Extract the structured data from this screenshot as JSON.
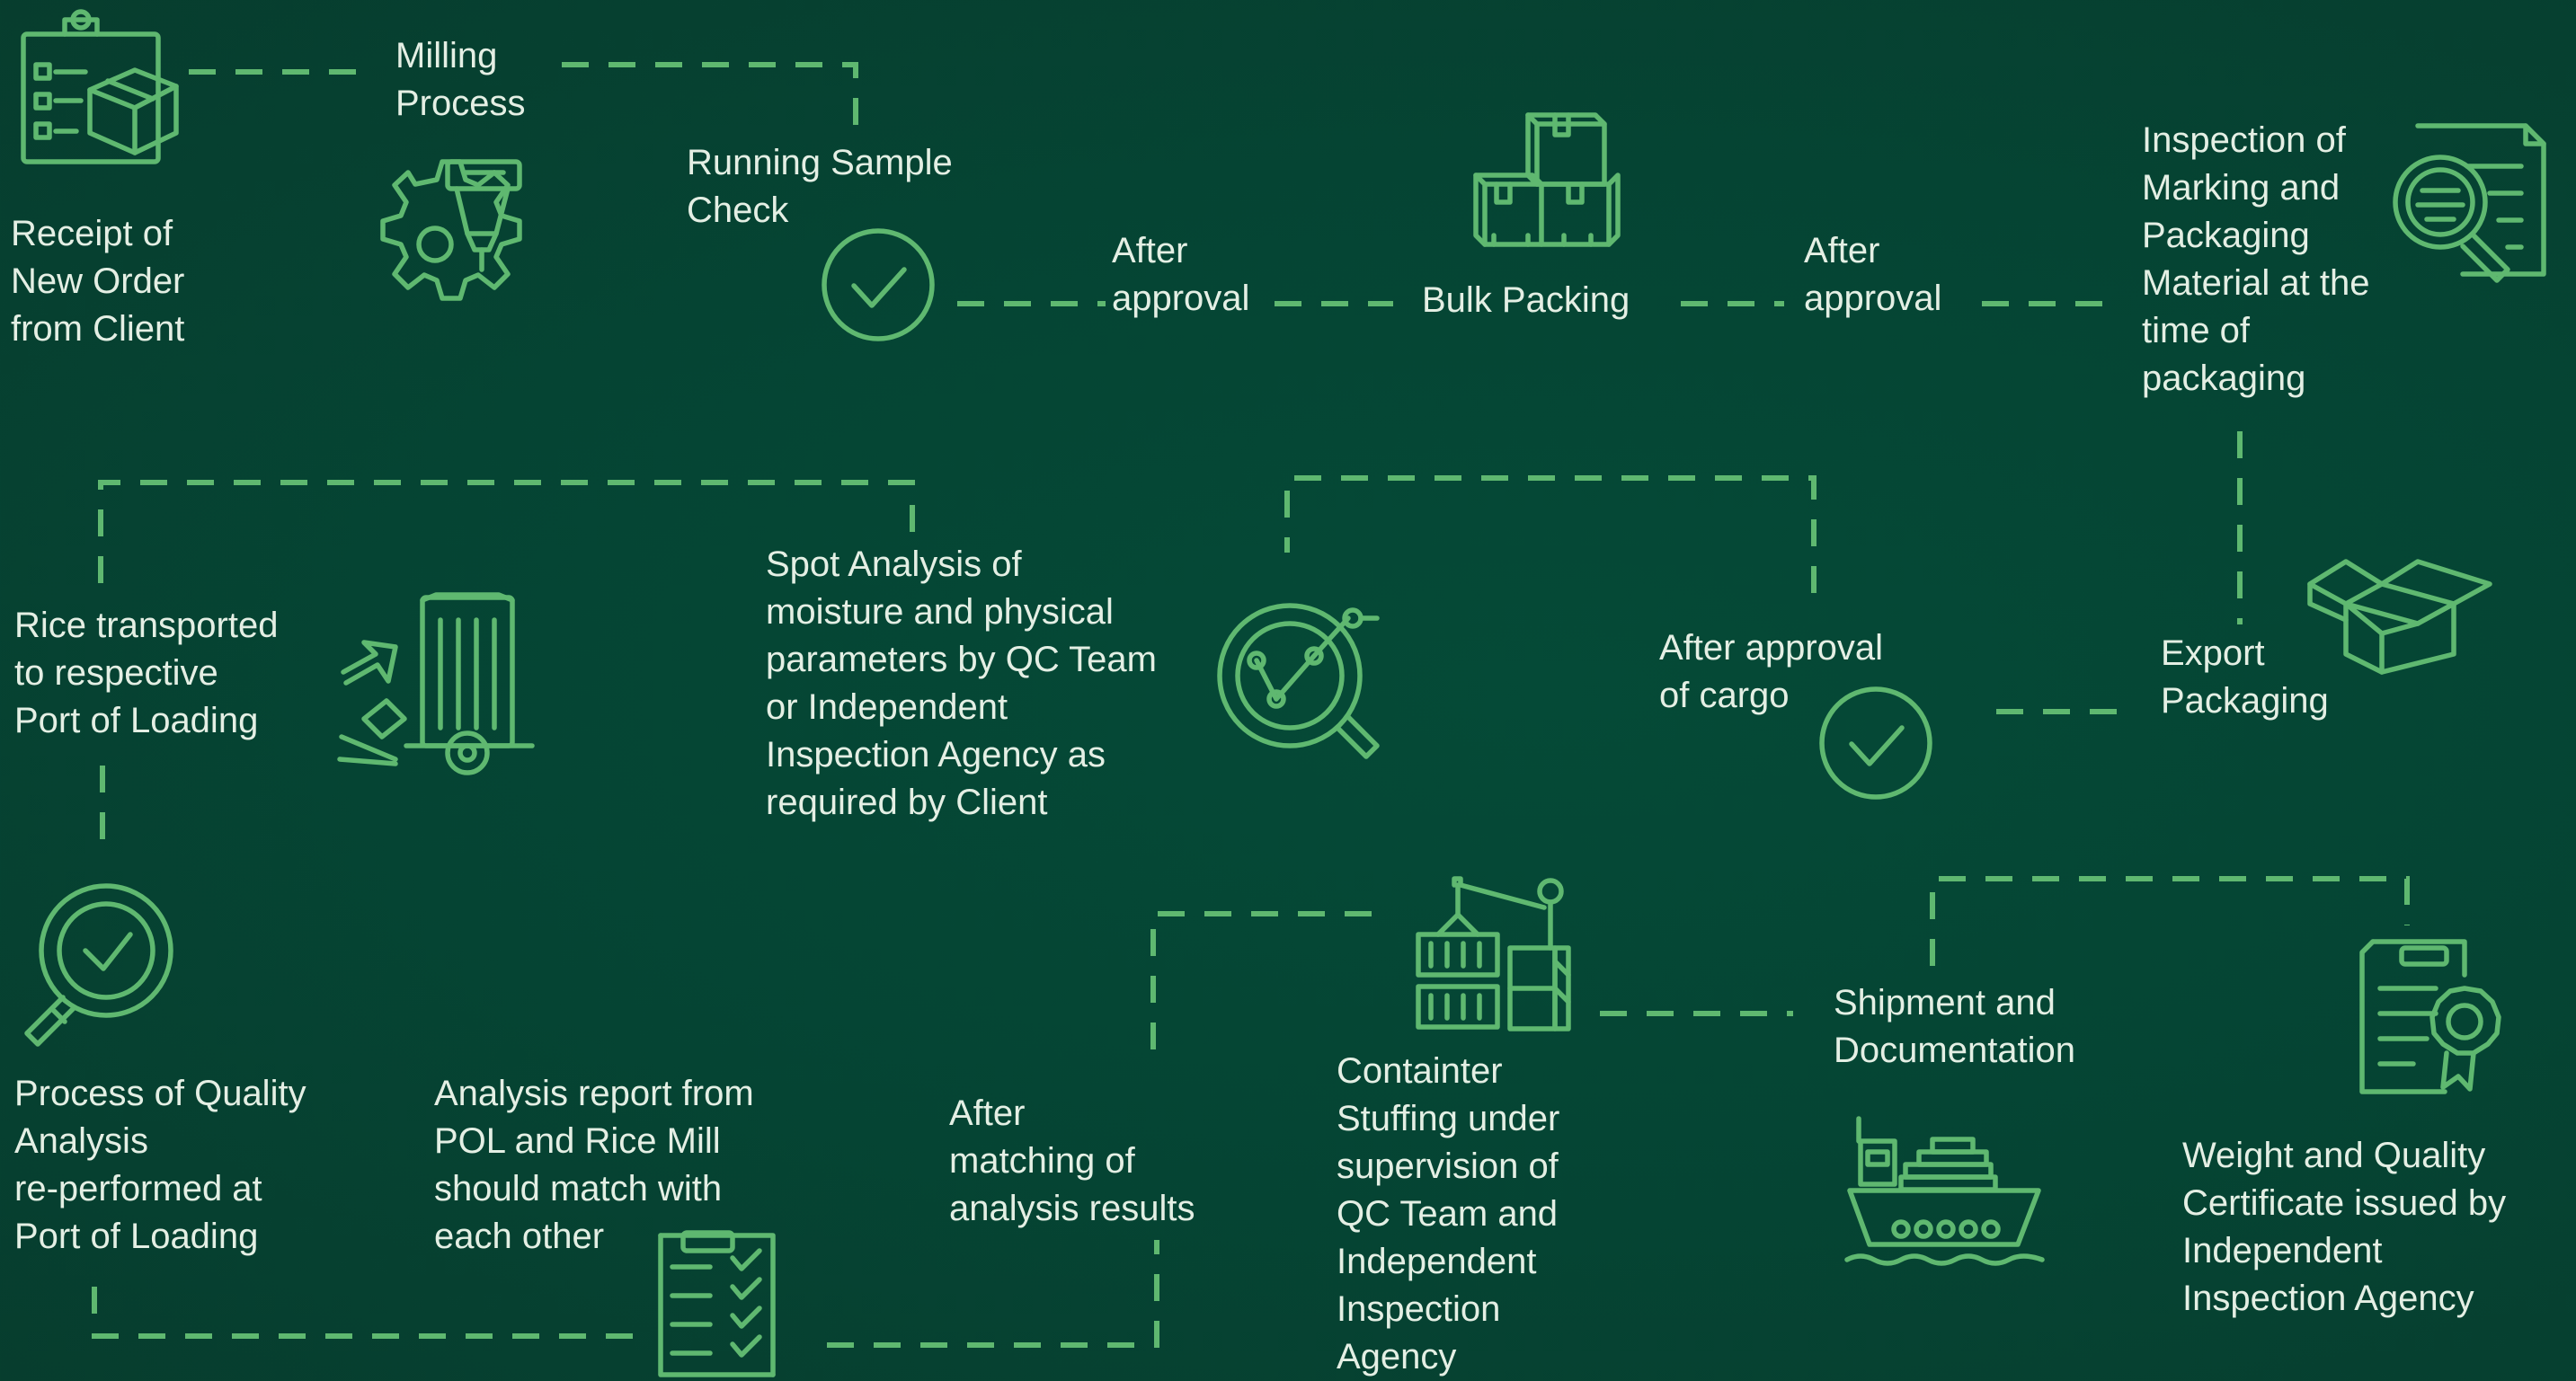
{
  "colors": {
    "background": "#054433",
    "accent": "#5fb870",
    "text": "#e4efe4"
  },
  "steps": {
    "receipt": {
      "icon": "clipboard-box-icon",
      "lines": [
        "Receipt of",
        "New Order",
        "from Client"
      ]
    },
    "milling": {
      "icon": "milling-gear-icon",
      "lines": [
        "Milling",
        "Process"
      ]
    },
    "running_sample": {
      "icon": "check-circle-icon",
      "lines": [
        "Running Sample",
        "Check"
      ]
    },
    "after_approval_1": {
      "lines": [
        "After",
        "approval"
      ]
    },
    "bulk_packing": {
      "icon": "stacked-boxes-icon",
      "lines": [
        "Bulk Packing"
      ]
    },
    "after_approval_2": {
      "lines": [
        "After",
        "approval"
      ]
    },
    "inspection_marking": {
      "icon": "document-magnifier-icon",
      "lines": [
        "Inspection of",
        "Marking and",
        "Packaging",
        "Material at the",
        "time of",
        "packaging"
      ]
    },
    "export_packaging": {
      "icon": "open-box-icon",
      "lines": [
        "Export",
        "Packaging"
      ]
    },
    "after_approval_cargo": {
      "icon": "check-circle-icon",
      "lines": [
        "After approval",
        "of cargo"
      ]
    },
    "spot_analysis": {
      "icon": "analysis-magnifier-icon",
      "lines": [
        "Spot Analysis of",
        "moisture and physical",
        "parameters by QC Team",
        "or Independent",
        "Inspection Agency as",
        "required by Client"
      ]
    },
    "rice_transported": {
      "icon": "transport-trolley-icon",
      "lines": [
        "Rice transported",
        "to respective",
        "Port of Loading"
      ]
    },
    "quality_analysis": {
      "icon": "magnifier-check-icon",
      "lines": [
        "Process of Quality",
        "Analysis",
        "re-performed at",
        "Port of Loading"
      ]
    },
    "analysis_report": {
      "icon": "checklist-document-icon",
      "lines": [
        "Analysis report from",
        "POL and Rice Mill",
        "should match with",
        "each other"
      ]
    },
    "after_matching": {
      "lines": [
        "After",
        "matching of",
        "analysis results"
      ]
    },
    "container_stuffing": {
      "icon": "container-crane-icon",
      "lines": [
        "Containter",
        "Stuffing under",
        "supervision of",
        "QC Team and",
        "Independent",
        "Inspection",
        "Agency"
      ]
    },
    "shipment": {
      "icon": "cargo-ship-icon",
      "lines": [
        "Shipment and",
        "Documentation"
      ]
    },
    "certificate": {
      "icon": "certificate-icon",
      "lines": [
        "Weight and Quality",
        "Certificate issued by",
        "Independent",
        "Inspection Agency"
      ]
    }
  }
}
